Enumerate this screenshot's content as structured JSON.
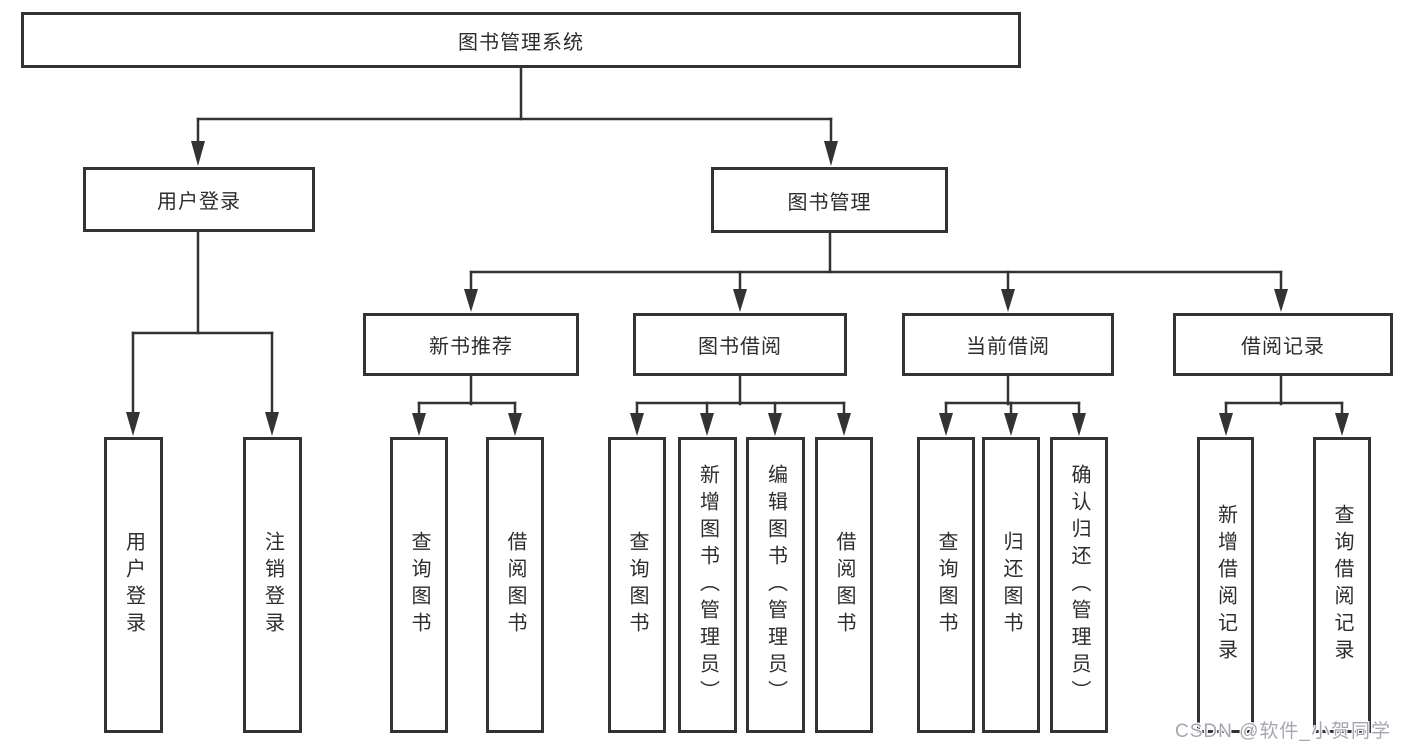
{
  "tree": {
    "root": "图书管理系统",
    "login": {
      "label": "用户登录",
      "children": [
        "用户登录",
        "注销登录"
      ]
    },
    "management": {
      "label": "图书管理",
      "sections": [
        {
          "label": "新书推荐",
          "children": [
            "查询图书",
            "借阅图书"
          ]
        },
        {
          "label": "图书借阅",
          "children": [
            "查询图书",
            "新增图书（管理员）",
            "编辑图书（管理员）",
            "借阅图书"
          ]
        },
        {
          "label": "当前借阅",
          "children": [
            "查询图书",
            "归还图书",
            "确认归还（管理员）"
          ]
        },
        {
          "label": "借阅记录",
          "children": [
            "新增借阅记录",
            "查询借阅记录"
          ]
        }
      ]
    }
  },
  "watermark": {
    "text": "CSDN @软件_小贺同学"
  },
  "colors": {
    "line": "#333333",
    "box_border": "#333333",
    "text": "#2d2d2d",
    "watermark": "#a6a6b0",
    "background": "#ffffff"
  }
}
